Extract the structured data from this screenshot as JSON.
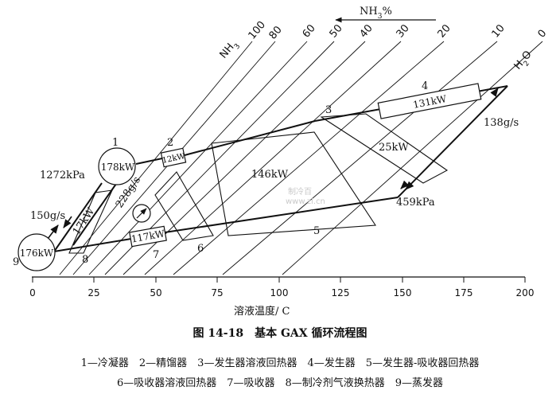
{
  "header": {
    "nh3_percent_label": "NH",
    "nh3_percent_sub": "3",
    "nh3_percent_tail": "%"
  },
  "iso_lines": {
    "labels": [
      "100",
      "80",
      "60",
      "50",
      "40",
      "30",
      "20",
      "10",
      "0"
    ],
    "nh3_main": "NH",
    "nh3_sub": "3",
    "h2o_main": "H",
    "h2o_sub": "2",
    "h2o_tail": "O"
  },
  "x_axis": {
    "ticks": [
      "0",
      "25",
      "50",
      "75",
      "100",
      "125",
      "150",
      "175",
      "200"
    ],
    "label": "溶液温度/ C"
  },
  "components": {
    "condenser": {
      "number": "1",
      "duty": "178kW"
    },
    "rectifier": {
      "number": "2",
      "duty": "12kW"
    },
    "gen_solution_hx": {
      "number": "3",
      "duty": "25kW"
    },
    "generator": {
      "number": "4",
      "duty": "131kW"
    },
    "gax_hx": {
      "number": "5",
      "duty": "146kW"
    },
    "abs_solution_hx": {
      "number": "6"
    },
    "absorber": {
      "number": "7",
      "duty": "117kW"
    },
    "refrigerant_hx": {
      "number": "8",
      "duty": "17kW"
    },
    "evaporator": {
      "number": "9",
      "duty": "176kW"
    }
  },
  "flows": {
    "high_pressure": "1272kPa",
    "low_pressure": "459kPa",
    "vapor_flow": "150g/s",
    "weak_flow": "138g/s",
    "pump_flow": "228g/s"
  },
  "caption": {
    "title": "图 14-18　基本 GAX 循环流程图",
    "legend_line1": "1—冷凝器　2—精馏器　3—发生器溶液回热器　4—发生器　5—发生器-吸收器回热器",
    "legend_line2": "6—吸收器溶液回热器　7—吸收器　8—制冷剂气液换热器　9—蒸发器"
  },
  "watermark": {
    "line1": "制冷百",
    "line2": "www.zl.cn"
  }
}
